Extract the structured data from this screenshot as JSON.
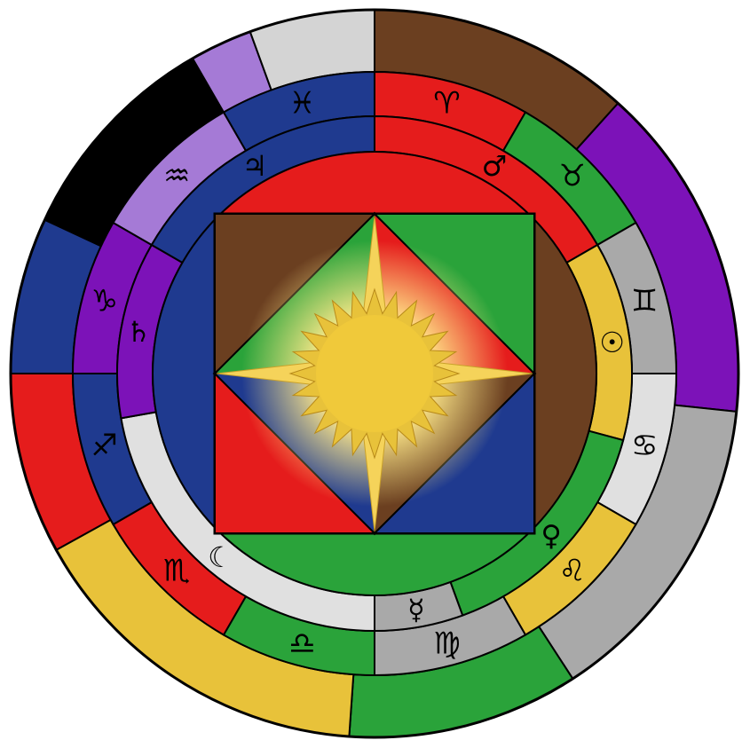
{
  "outer_ring": [
    {
      "color": "#6b3f20"
    },
    {
      "color": "#7c12b8"
    },
    {
      "color": "#a9a9a9"
    },
    {
      "color": "#2aa33a"
    },
    {
      "color": "#e8c23a"
    },
    {
      "color": "#e51c1c"
    },
    {
      "color": "#1f3a8f"
    },
    {
      "color": "#000000"
    },
    {
      "color": "#a57ad6"
    },
    {
      "color": "#d4d4d4"
    }
  ],
  "zodiac_ring": [
    {
      "sign": "Aries",
      "glyph": "♈",
      "color": "#e51c1c",
      "glyph_color": "#000000"
    },
    {
      "sign": "Taurus",
      "glyph": "♉",
      "color": "#2aa33a",
      "glyph_color": "#000000"
    },
    {
      "sign": "Gemini",
      "glyph": "♊",
      "color": "#a9a9a9",
      "glyph_color": "#000000"
    },
    {
      "sign": "Cancer",
      "glyph": "♋",
      "color": "#e0e0e0",
      "glyph_color": "#000000"
    },
    {
      "sign": "Leo",
      "glyph": "♌",
      "color": "#e8c23a",
      "glyph_color": "#000000"
    },
    {
      "sign": "Virgo",
      "glyph": "♍",
      "color": "#a9a9a9",
      "glyph_color": "#000000"
    },
    {
      "sign": "Libra",
      "glyph": "♎",
      "color": "#2aa33a",
      "glyph_color": "#000000"
    },
    {
      "sign": "Scorpio",
      "glyph": "♏",
      "color": "#e51c1c",
      "glyph_color": "#000000"
    },
    {
      "sign": "Sagittarius",
      "glyph": "♐",
      "color": "#1f3a8f",
      "glyph_color": "#000000"
    },
    {
      "sign": "Capricorn",
      "glyph": "♑",
      "color": "#7c12b8",
      "glyph_color": "#000000"
    },
    {
      "sign": "Aquarius",
      "glyph": "♒",
      "color": "#a57ad6",
      "glyph_color": "#000000"
    },
    {
      "sign": "Pisces",
      "glyph": "♓",
      "color": "#1f3a8f",
      "glyph_color": "#000000"
    }
  ],
  "planet_ring": [
    {
      "planet": "Mars",
      "glyph": "♂",
      "color": "#e51c1c",
      "glyph_color": "#000000"
    },
    {
      "planet": "Sun",
      "glyph": "☉",
      "color": "#e8c23a",
      "glyph_color": "#000000"
    },
    {
      "planet": "Venus",
      "glyph": "♀",
      "color": "#2aa33a",
      "glyph_color": "#000000"
    },
    {
      "planet": "Mercury",
      "glyph": "☿",
      "color": "#a9a9a9",
      "glyph_color": "#000000"
    },
    {
      "planet": "Moon",
      "glyph": "☾",
      "color": "#e0e0e0",
      "glyph_color": "#000000"
    },
    {
      "planet": "Saturn",
      "glyph": "♄",
      "color": "#7c12b8",
      "glyph_color": "#000000"
    },
    {
      "planet": "Jupiter",
      "glyph": "♃",
      "color": "#1f3a8f",
      "glyph_color": "#000000"
    }
  ],
  "inner_ring": [
    {
      "color": "#e51c1c"
    },
    {
      "color": "#6b3f20"
    },
    {
      "color": "#2aa33a"
    },
    {
      "color": "#1f3a8f"
    }
  ],
  "center_square": {
    "quadrants": [
      {
        "position": "top-left",
        "color": "#6b3f20"
      },
      {
        "position": "top-right",
        "color": "#2aa33a"
      },
      {
        "position": "bottom-right",
        "color": "#1f3a8f"
      },
      {
        "position": "bottom-left",
        "color": "#e51c1c"
      }
    ],
    "diamond_faces": [
      {
        "position": "top-left",
        "color": "#2aa33a"
      },
      {
        "position": "top-right",
        "color": "#e51c1c"
      },
      {
        "position": "bottom-right",
        "color": "#6b3f20"
      },
      {
        "position": "bottom-left",
        "color": "#1f3a8f"
      }
    ],
    "sun_color": "#e8c23a"
  },
  "stroke_color": "#000000"
}
